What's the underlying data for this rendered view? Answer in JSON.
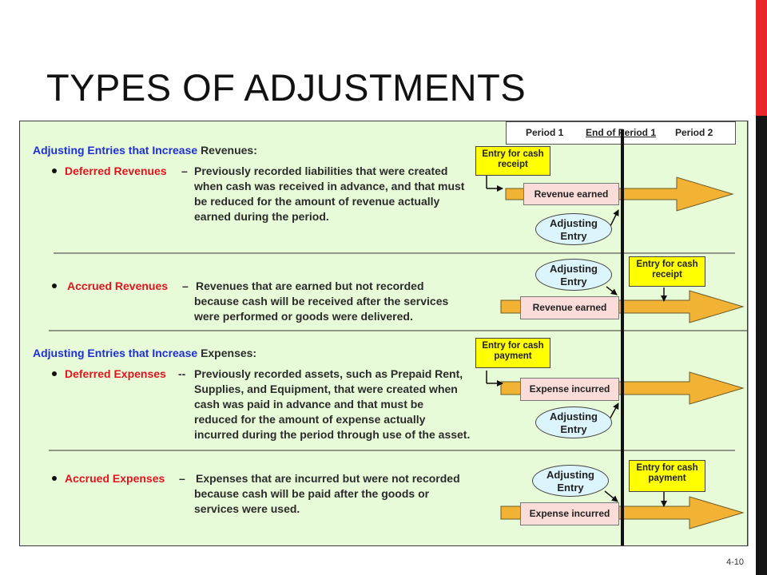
{
  "title": "TYPES OF ADJUSTMENTS",
  "page_number": "4-10",
  "periods": {
    "period1": "Period 1",
    "end_period1": "End of Period 1",
    "period2": "Period 2"
  },
  "revenues_heading": {
    "prefix": "Adjusting Entries that Increase ",
    "emphasis": "Revenues:"
  },
  "expenses_heading": {
    "prefix": "Adjusting Entries that Increase ",
    "emphasis": "Expenses:"
  },
  "items": [
    {
      "term": "Deferred Revenues",
      "dash": "–",
      "lines": [
        "Previously recorded liabilities that were created",
        "when cash was received in advance, and that must",
        "be reduced for the amount of revenue actually",
        "earned during the period."
      ],
      "event_box": "Revenue earned",
      "cash_box": [
        "Entry for cash",
        "receipt"
      ],
      "adjusting": [
        "Adjusting",
        "Entry"
      ]
    },
    {
      "term": "Accrued Revenues",
      "dash": "–",
      "lines": [
        "Revenues that are earned but not recorded",
        "because cash will be received after the services",
        "were performed or goods were delivered."
      ],
      "event_box": "Revenue earned",
      "cash_box": [
        "Entry for cash",
        "receipt"
      ],
      "adjusting": [
        "Adjusting",
        "Entry"
      ]
    },
    {
      "term": "Deferred Expenses",
      "dash": "--",
      "lines": [
        "Previously recorded assets, such as Prepaid Rent,",
        "Supplies, and Equipment, that were created when",
        "cash was paid in advance and that must be",
        "reduced for the amount of expense actually",
        "incurred during the period through use of the asset."
      ],
      "event_box": "Expense incurred",
      "cash_box": [
        "Entry for cash",
        "payment"
      ],
      "adjusting": [
        "Adjusting",
        "Entry"
      ]
    },
    {
      "term": "Accrued Expenses",
      "dash": "–",
      "lines": [
        "Expenses that are incurred but were not recorded",
        "because cash will be paid after the goods or",
        "services were used."
      ],
      "event_box": "Expense incurred",
      "cash_box": [
        "Entry for cash",
        "payment"
      ],
      "adjusting": [
        "Adjusting",
        "Entry"
      ]
    }
  ],
  "colors": {
    "panel_bg": "#e8fbd8",
    "arrow_fill": "#f2b233",
    "heading_blue": "#1f2fd6",
    "term_red": "#e0141e",
    "cash_box_yellow": "#ffff00",
    "event_box_pink": "#fadcd8",
    "oval_blue": "#dcf4fb",
    "accent_red_bar": "#e8262b"
  }
}
